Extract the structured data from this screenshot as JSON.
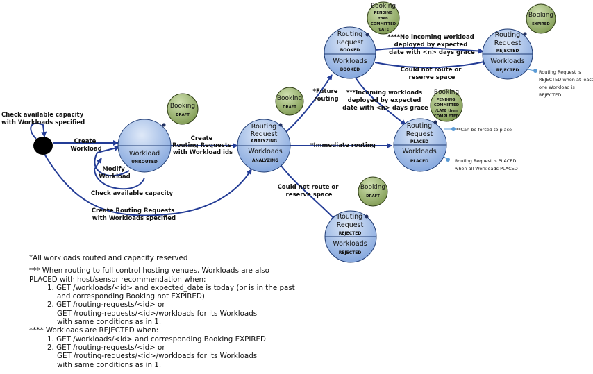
{
  "colors": {
    "state_fill_top": "#d5e3f6",
    "state_fill_bottom": "#7fa3dc",
    "state_stroke": "#1e3a72",
    "booking_fill_top": "#c1d69f",
    "booking_fill_bottom": "#86a058",
    "booking_stroke": "#2f3d16",
    "arrow": "#233c96"
  },
  "states": {
    "workload": {
      "title": "Workload",
      "status": "UNROUTED"
    },
    "routing_analyzing": {
      "title1": "Routing",
      "title2": "Request",
      "req_status": "ANALYZING",
      "workloads": "Workloads",
      "wl_status": "ANALYZING"
    },
    "routing_booked": {
      "title1": "Routing",
      "title2": "Request",
      "req_status": "BOOKED",
      "workloads": "Workloads",
      "wl_status": "BOOKED"
    },
    "routing_rejected_top": {
      "title1": "Routing",
      "title2": "Request",
      "req_status": "REJECTED",
      "workloads": "Workloads",
      "wl_status": "REJECTED"
    },
    "routing_placed": {
      "title1": "Routing",
      "title2": "Request",
      "req_status": "PLACED",
      "workloads": "Workloads",
      "wl_status": "PLACED"
    },
    "routing_rejected_bottom": {
      "title1": "Routing",
      "title2": "Request",
      "req_status": "REJECTED",
      "workloads": "Workloads",
      "wl_status": "REJECTED"
    }
  },
  "bookings": {
    "workload": {
      "title": "Booking",
      "status": [
        "DRAFT"
      ]
    },
    "analyzing": {
      "title": "Booking",
      "status": [
        "DRAFT"
      ]
    },
    "booked": {
      "title": "Booking",
      "status": [
        "PENDING",
        "then",
        "COMMITTED",
        "/LATE"
      ]
    },
    "rejected_top": {
      "title": "Booking",
      "status": [
        "EXPIRED"
      ]
    },
    "placed": {
      "title": "Booking",
      "status": [
        "PENDING,",
        "COMMITTED",
        "/LATE then",
        "COMPLETED"
      ]
    },
    "rejected_bottom": {
      "title": "Booking",
      "status": [
        "DRAFT"
      ]
    }
  },
  "transitions": {
    "check_capacity_specified": [
      "Check available capacity",
      "with Workloads specified"
    ],
    "create_workload": [
      "Create",
      "Workload"
    ],
    "modify_workload": [
      "Modify",
      "Workload"
    ],
    "check_capacity": [
      "Check available capacity"
    ],
    "create_routing_ids": [
      "Create",
      "Routing Requests",
      "with Workload ids"
    ],
    "create_routing_specified": [
      "Create Routing Requests",
      "with Workloads specified"
    ],
    "future_routing": [
      "*Future",
      "routing"
    ],
    "immediate_routing": [
      "*Immediate routing"
    ],
    "no_incoming": [
      "****No incoming workload",
      "deployed by expected",
      "date with <n> days grace"
    ],
    "could_not_route_top": [
      "Could not route or",
      "reserve space"
    ],
    "incoming_deployed": [
      "***Incoming workloads",
      "deployed by expected",
      "date with <n> days grace"
    ],
    "could_not_route_bottom": [
      "Could not route or",
      "reserve space"
    ]
  },
  "side_notes": {
    "rejected_note": [
      "Routing Request is",
      "REJECTED when at least",
      "one Workload is",
      "REJECTED"
    ],
    "forced_note": [
      "**Can be forced to place"
    ],
    "placed_note": [
      "Routing Request is PLACED",
      "when all Workloads PLACED"
    ]
  },
  "notes": [
    {
      "level": 1,
      "text": "*All workloads routed and capacity reserved"
    },
    {
      "level": 1,
      "text": "*** When routing to full control hosting venues, Workloads are also"
    },
    {
      "level": 1,
      "text": "PLACED with host/sensor recommendation when:"
    },
    {
      "level": 2,
      "text": "1. GET /workloads/<id> and expected_date is today (or is in the past"
    },
    {
      "level": 3,
      "text": "and corresponding Booking not EXPIRED)"
    },
    {
      "level": 2,
      "text": "2. GET /routing-requests/<id> or"
    },
    {
      "level": 3,
      "text": "GET /routing-requests/<id>/workloads for its Workloads"
    },
    {
      "level": 3,
      "text": "with same conditions as in 1."
    },
    {
      "level": 1,
      "text": "**** Workloads are REJECTED when:"
    },
    {
      "level": 2,
      "text": "1. GET /workloads/<id> and corresponding Booking EXPIRED"
    },
    {
      "level": 2,
      "text": "2. GET /routing-requests/<id> or"
    },
    {
      "level": 3,
      "text": "GET /routing-requests/<id>/workloads for its Workloads"
    },
    {
      "level": 3,
      "text": "with same conditions as in 1."
    }
  ]
}
